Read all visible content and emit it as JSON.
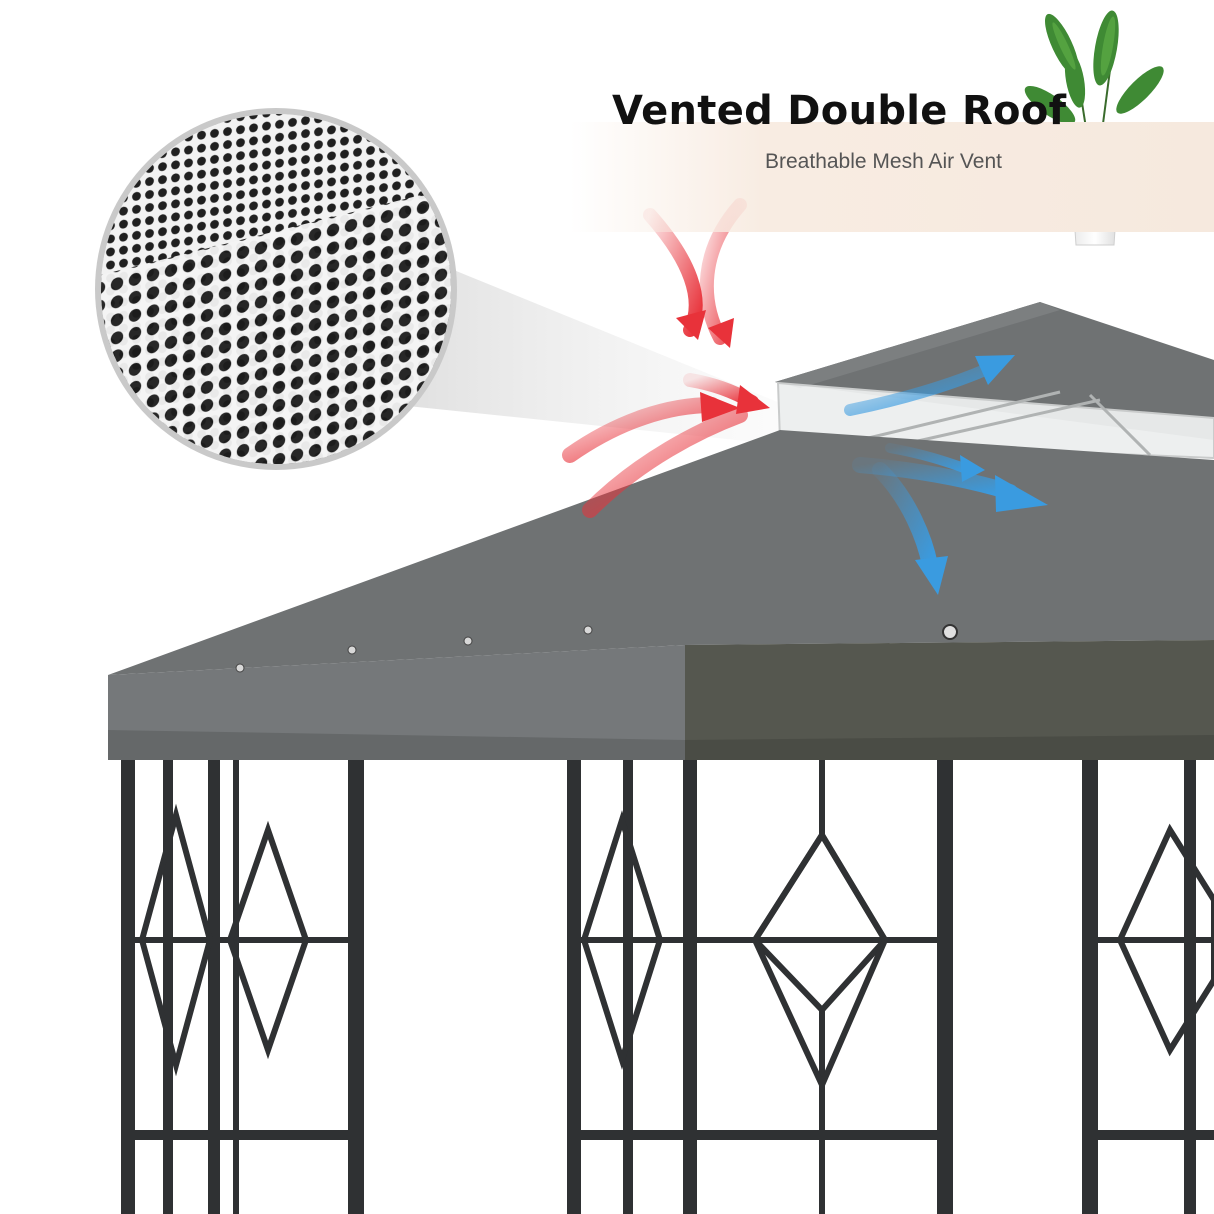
{
  "feature": {
    "title": "Vented Double Roof",
    "subtitle": "Breathable Mesh Air Vent"
  },
  "scene": {
    "canopy_color": "#6f7273",
    "canopy_shadow_color": "#55574f",
    "frame_color": "#2f3133",
    "hot_air_color": "#e8323a",
    "cool_air_color": "#3a9be0",
    "mesh_color": "#ffffff",
    "icons": [
      "mesh-closeup",
      "potted-plant-icon",
      "hot-air-arrow-icon",
      "cool-air-arrow-icon"
    ]
  }
}
